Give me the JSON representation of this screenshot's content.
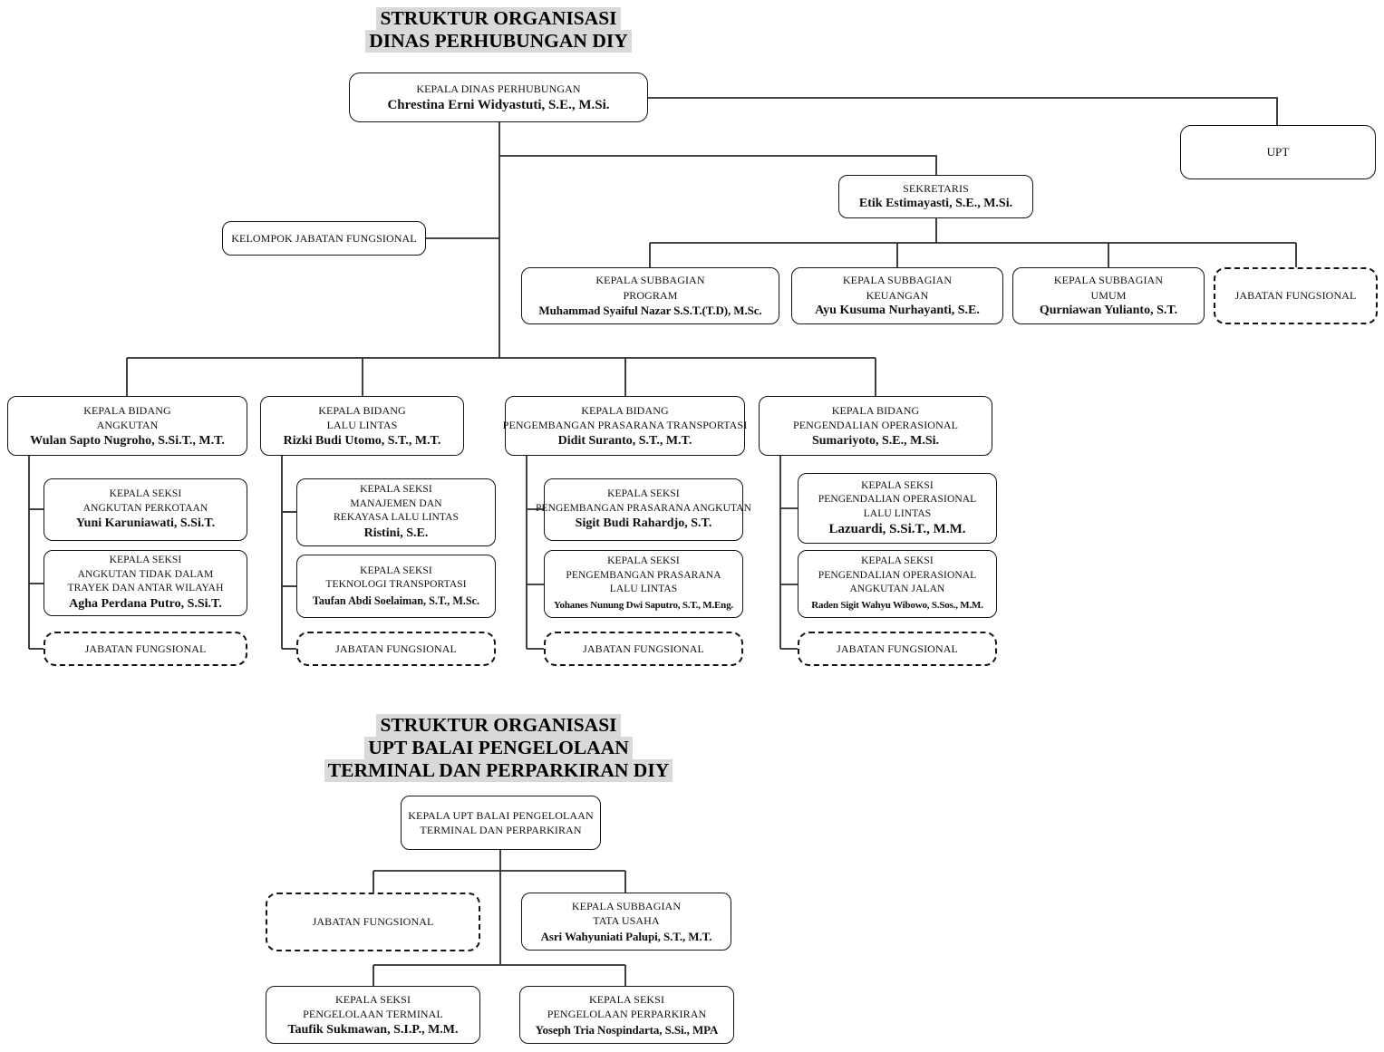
{
  "style": {
    "line_color": "#2b2b2b",
    "title_highlight": "#d9d9d9"
  },
  "chart1": {
    "title_lines": [
      "STRUKTUR ORGANISASI",
      "DINAS PERHUBUNGAN DIY"
    ],
    "nodes": {
      "kepala_dinas": {
        "label_lines": [
          "KEPALA DINAS PERHUBUNGAN"
        ],
        "name": "Chrestina Erni Widyastuti, S.E., M.Si."
      },
      "upt": {
        "label_lines": [
          "UPT"
        ]
      },
      "sekretaris": {
        "label_lines": [
          "SEKRETARIS"
        ],
        "name": "Etik Estimayasti, S.E., M.Si."
      },
      "kelompok_jabatan_fungsional": {
        "label_lines": [
          "KELOMPOK JABATAN FUNGSIONAL"
        ]
      },
      "subbagian_program": {
        "label_lines": [
          "KEPALA SUBBAGIAN",
          "PROGRAM"
        ],
        "name": "Muhammad Syaiful Nazar S.S.T.(T.D), M.Sc."
      },
      "subbagian_keuangan": {
        "label_lines": [
          "KEPALA SUBBAGIAN",
          "KEUANGAN"
        ],
        "name": "Ayu Kusuma Nurhayanti, S.E."
      },
      "subbagian_umum": {
        "label_lines": [
          "KEPALA SUBBAGIAN",
          "UMUM"
        ],
        "name": "Qurniawan Yulianto, S.T."
      },
      "jabatan_fungsional_sekretariat": {
        "label_lines": [
          "JABATAN FUNGSIONAL"
        ]
      },
      "bidang_angkutan": {
        "label_lines": [
          "KEPALA BIDANG",
          "ANGKUTAN"
        ],
        "name": "Wulan Sapto Nugroho, S.Si.T., M.T."
      },
      "bidang_lalu_lintas": {
        "label_lines": [
          "KEPALA BIDANG",
          "LALU LINTAS"
        ],
        "name": "Rizki Budi Utomo, S.T., M.T."
      },
      "bidang_prasarana": {
        "label_lines": [
          "KEPALA BIDANG",
          "PENGEMBANGAN PRASARANA TRANSPORTASI"
        ],
        "name": "Didit Suranto, S.T., M.T."
      },
      "bidang_pengendalian": {
        "label_lines": [
          "KEPALA BIDANG",
          "PENGENDALIAN OPERASIONAL"
        ],
        "name": "Sumariyoto, S.E., M.Si."
      },
      "seksi_angkutan_perkotaan": {
        "label_lines": [
          "KEPALA SEKSI",
          "ANGKUTAN PERKOTAAN"
        ],
        "name": "Yuni Karuniawati, S.Si.T."
      },
      "seksi_angkutan_tidak_dalam_trayek": {
        "label_lines": [
          "KEPALA SEKSI",
          "ANGKUTAN TIDAK DALAM",
          "TRAYEK DAN ANTAR WILAYAH"
        ],
        "name": "Agha Perdana Putro, S.Si.T."
      },
      "jabatan_fungsional_angkutan": {
        "label_lines": [
          "JABATAN FUNGSIONAL"
        ]
      },
      "seksi_manajemen_rekayasa": {
        "label_lines": [
          "KEPALA SEKSI",
          "MANAJEMEN DAN",
          "REKAYASA LALU LINTAS"
        ],
        "name": "Ristini, S.E."
      },
      "seksi_teknologi_transportasi": {
        "label_lines": [
          "KEPALA SEKSI",
          "TEKNOLOGI TRANSPORTASI"
        ],
        "name": "Taufan Abdi Soelaiman, S.T., M.Sc."
      },
      "jabatan_fungsional_lalu_lintas": {
        "label_lines": [
          "JABATAN FUNGSIONAL"
        ]
      },
      "seksi_prasarana_angkutan": {
        "label_lines": [
          "KEPALA SEKSI",
          "PENGEMBANGAN PRASARANA ANGKUTAN"
        ],
        "name": "Sigit Budi Rahardjo, S.T."
      },
      "seksi_prasarana_lalu_lintas": {
        "label_lines": [
          "KEPALA SEKSI",
          "PENGEMBANGAN PRASARANA",
          "LALU LINTAS"
        ],
        "name": "Yohanes Nunung Dwi Saputro, S.T., M.Eng."
      },
      "jabatan_fungsional_prasarana": {
        "label_lines": [
          "JABATAN FUNGSIONAL"
        ]
      },
      "seksi_pengendalian_lalu_lintas": {
        "label_lines": [
          "KEPALA SEKSI",
          "PENGENDALIAN OPERASIONAL",
          "LALU LINTAS"
        ],
        "name": "Lazuardi, S.Si.T., M.M."
      },
      "seksi_pengendalian_angkutan_jalan": {
        "label_lines": [
          "KEPALA SEKSI",
          "PENGENDALIAN OPERASIONAL",
          "ANGKUTAN JALAN"
        ],
        "name": "Raden Sigit Wahyu Wibowo, S.Sos., M.M."
      },
      "jabatan_fungsional_pengendalian": {
        "label_lines": [
          "JABATAN FUNGSIONAL"
        ]
      }
    }
  },
  "chart2": {
    "title_lines": [
      "STRUKTUR ORGANISASI",
      "UPT BALAI PENGELOLAAN",
      "TERMINAL DAN PERPARKIRAN DIY"
    ],
    "nodes": {
      "kepala_upt": {
        "label_lines": [
          "KEPALA UPT BALAI PENGELOLAAN",
          "TERMINAL DAN PERPARKIRAN"
        ]
      },
      "jabatan_fungsional_upt": {
        "label_lines": [
          "JABATAN FUNGSIONAL"
        ]
      },
      "subbagian_tata_usaha": {
        "label_lines": [
          "KEPALA SUBBAGIAN",
          "TATA USAHA"
        ],
        "name": "Asri Wahyuniati Palupi, S.T., M.T."
      },
      "seksi_pengelolaan_terminal": {
        "label_lines": [
          "KEPALA SEKSI",
          "PENGELOLAAN TERMINAL"
        ],
        "name": "Taufik Sukmawan, S.I.P., M.M."
      },
      "seksi_pengelolaan_perparkiran": {
        "label_lines": [
          "KEPALA SEKSI",
          "PENGELOLAAN PERPARKIRAN"
        ],
        "name": "Yoseph Tria Nospindarta, S.Si., MPA"
      }
    }
  }
}
